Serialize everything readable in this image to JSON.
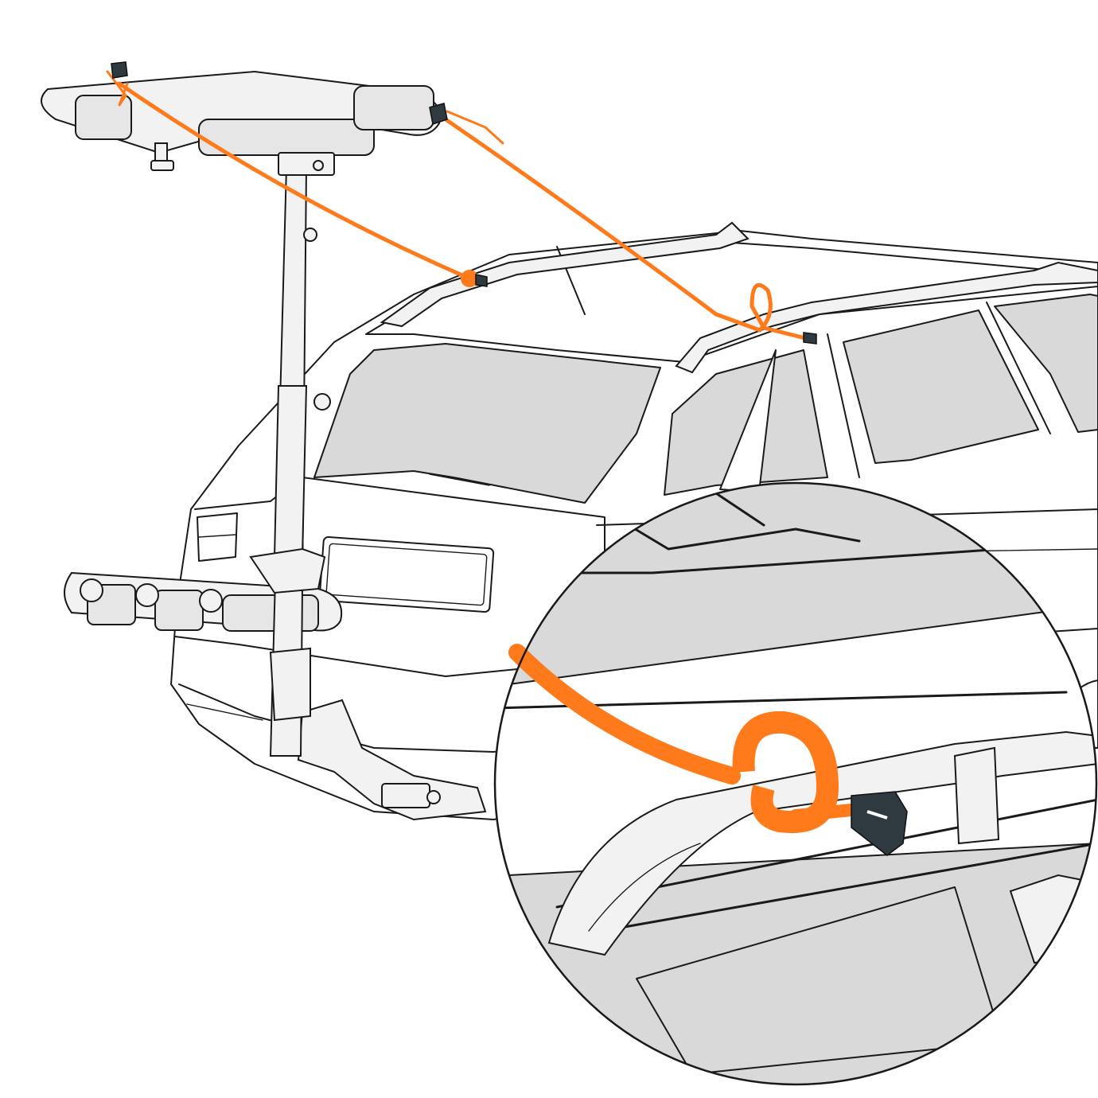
{
  "colors": {
    "strap": "#ff7a1a",
    "strap_dark": "#c8551a",
    "glass": "#d9d9d9",
    "pad": "#e6e6e6",
    "buckle": "#2f3a40",
    "outline": "#1a1a1a"
  },
  "illustration": {
    "objects": [
      "station-wagon",
      "hitch-mounted-rack",
      "cradle-pads",
      "tie-down-straps",
      "cam-buckles",
      "roof-rails"
    ],
    "detail_inset": {
      "shape": "circle",
      "shows": [
        "roof-rail",
        "strap-loop",
        "cam-buckle"
      ]
    }
  }
}
